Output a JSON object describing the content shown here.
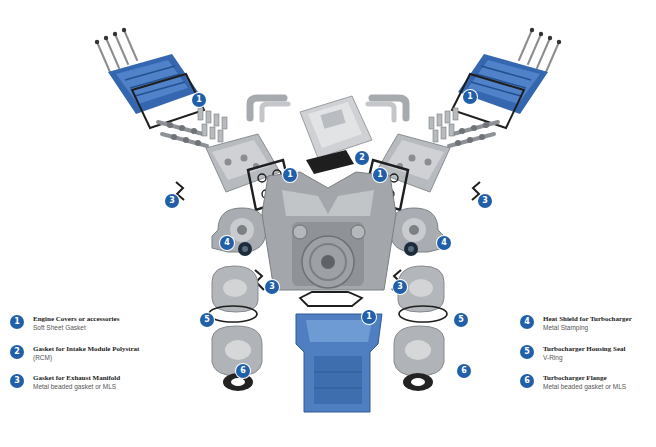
{
  "diagram": {
    "nodes": [
      {
        "text": [
          "1"
        ]
      },
      {
        "text": [
          "1"
        ]
      },
      {
        "text": [
          "2"
        ]
      },
      {
        "text": [
          "1"
        ]
      },
      {
        "text": [
          "1"
        ]
      },
      {
        "text": [
          "3"
        ]
      },
      {
        "text": [
          "3"
        ]
      },
      {
        "text": [
          "4"
        ]
      },
      {
        "text": [
          "4"
        ]
      },
      {
        "text": [
          "3"
        ]
      },
      {
        "text": [
          "3"
        ]
      },
      {
        "text": [
          "5"
        ]
      },
      {
        "text": [
          "5"
        ]
      },
      {
        "text": [
          "1"
        ]
      },
      {
        "text": [
          "6"
        ]
      },
      {
        "text": [
          "6"
        ]
      },
      {
        "text": [
          "1"
        ]
      },
      {
        "text": [
          "2"
        ]
      },
      {
        "text": [
          "3"
        ]
      },
      {
        "text": [
          "4"
        ]
      },
      {
        "text": [
          "5"
        ]
      },
      {
        "text": [
          "6"
        ]
      }
    ],
    "labels": [
      "Engine Covers or accessories",
      "Soft Sheet Gasket",
      "Gasket for Intake Module Polystrat",
      "(RCM)",
      "Gasket for Exhaust Manifold",
      "Metal beaded gasket or MLS",
      "Heat Shield for Turbocharger",
      "Metal Stamping",
      "Turbocharger Housing Seal",
      "V-Ring",
      "Turbocharger Flange",
      "Metal beaded gasket or MLS"
    ]
  }
}
